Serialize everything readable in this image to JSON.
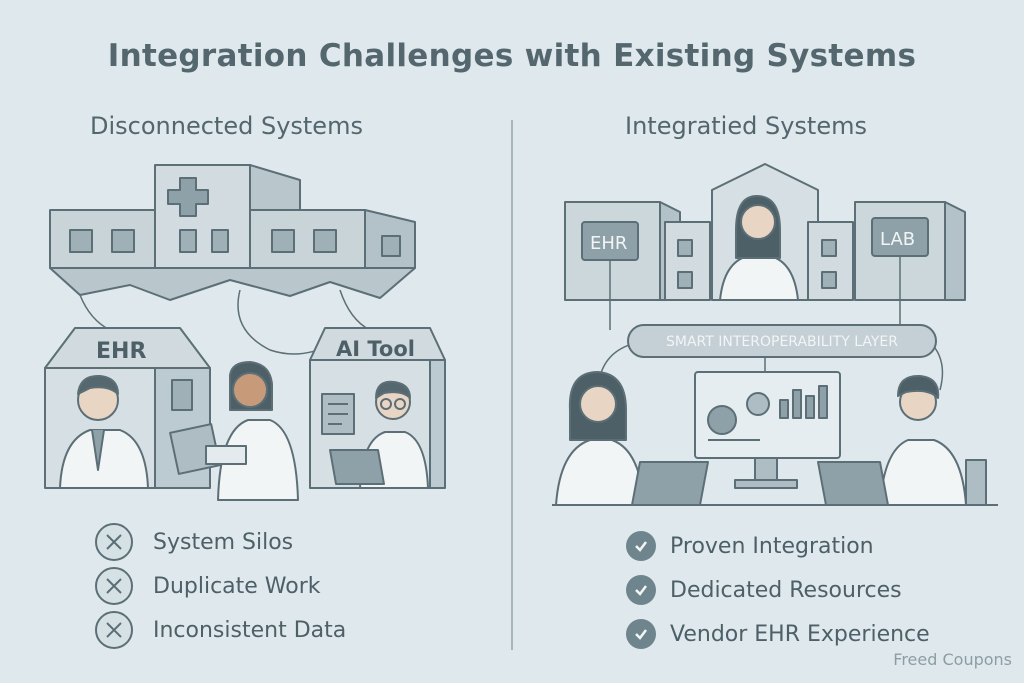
{
  "title": "Integration Challenges with Existing Systems",
  "left": {
    "heading": "Disconnected Systems",
    "ehr_label": "EHR",
    "ai_label": "AI Tool",
    "items": [
      {
        "label": "System Silos"
      },
      {
        "label": "Duplicate Work"
      },
      {
        "label": "Inconsistent Data"
      }
    ]
  },
  "right": {
    "heading": "Integratied Systems",
    "ehr_label": "EHR",
    "lab_label": "LAB",
    "layer_label": "SMART INTEROPERABILITY LAYER",
    "items": [
      {
        "label": "Proven Integration"
      },
      {
        "label": "Dedicated Resources"
      },
      {
        "label": "Vendor EHR Experience"
      }
    ]
  },
  "watermark": "Freed Coupons",
  "colors": {
    "background": "#dfe8ec",
    "building": "#c5d1d6",
    "outline": "#5c6f77",
    "accent": "#7a8f97"
  }
}
